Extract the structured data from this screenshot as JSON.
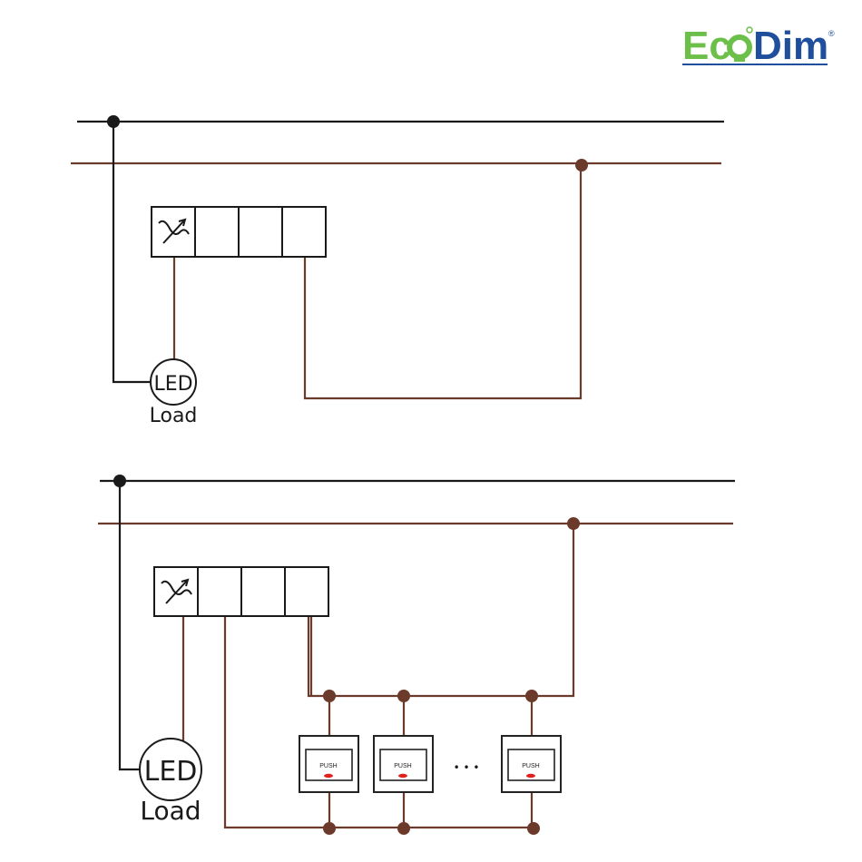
{
  "logo": {
    "part1": "Ec",
    "part2": "Dim",
    "registered": "®",
    "color_green": "#6cc04a",
    "color_blue": "#1f4e9c"
  },
  "diagram1": {
    "load_label": "LED",
    "load_caption": "Load",
    "dimmer_icon": "dimmer-symbol-icon"
  },
  "diagram2": {
    "load_label": "LED",
    "load_caption": "Load",
    "dimmer_icon": "dimmer-symbol-icon",
    "push_buttons": [
      {
        "label": "PUSH"
      },
      {
        "label": "PUSH"
      },
      {
        "label": "PUSH"
      }
    ],
    "ellipsis": "• • •"
  },
  "colors": {
    "neutral_wire": "#1a1a1a",
    "live_wire": "#6b3a2a",
    "indicator": "#e0201a"
  }
}
